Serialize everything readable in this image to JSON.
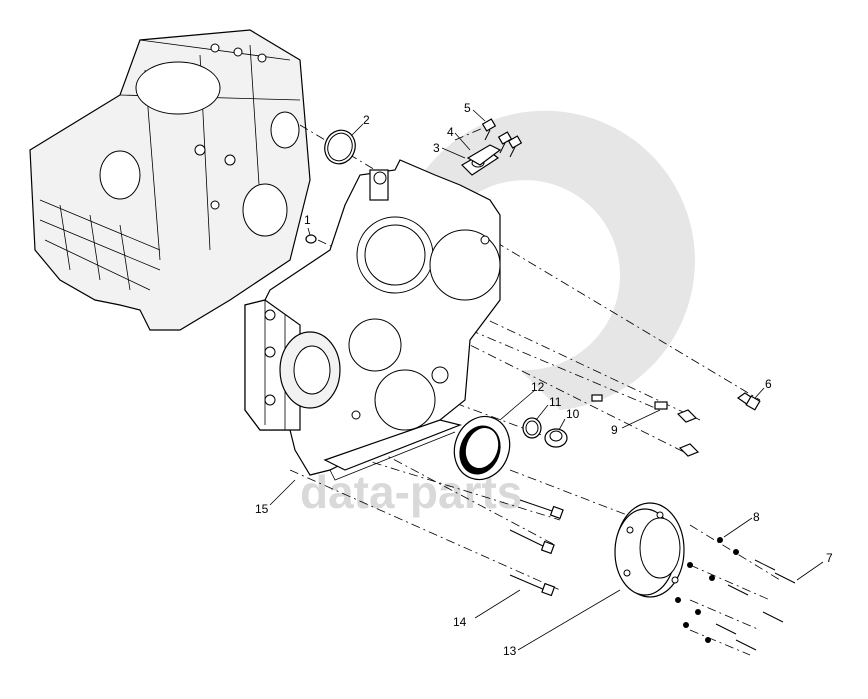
{
  "diagram": {
    "watermark_text": "data-parts",
    "callouts": [
      {
        "id": "1",
        "text": "1"
      },
      {
        "id": "2",
        "text": "2"
      },
      {
        "id": "3",
        "text": "3"
      },
      {
        "id": "4",
        "text": "4"
      },
      {
        "id": "5",
        "text": "5"
      },
      {
        "id": "6",
        "text": "6"
      },
      {
        "id": "7",
        "text": "7"
      },
      {
        "id": "8",
        "text": "8"
      },
      {
        "id": "9",
        "text": "9"
      },
      {
        "id": "10",
        "text": "10"
      },
      {
        "id": "11",
        "text": "11"
      },
      {
        "id": "12",
        "text": "12"
      },
      {
        "id": "13",
        "text": "13"
      },
      {
        "id": "14",
        "text": "14"
      },
      {
        "id": "15",
        "text": "15"
      }
    ]
  }
}
